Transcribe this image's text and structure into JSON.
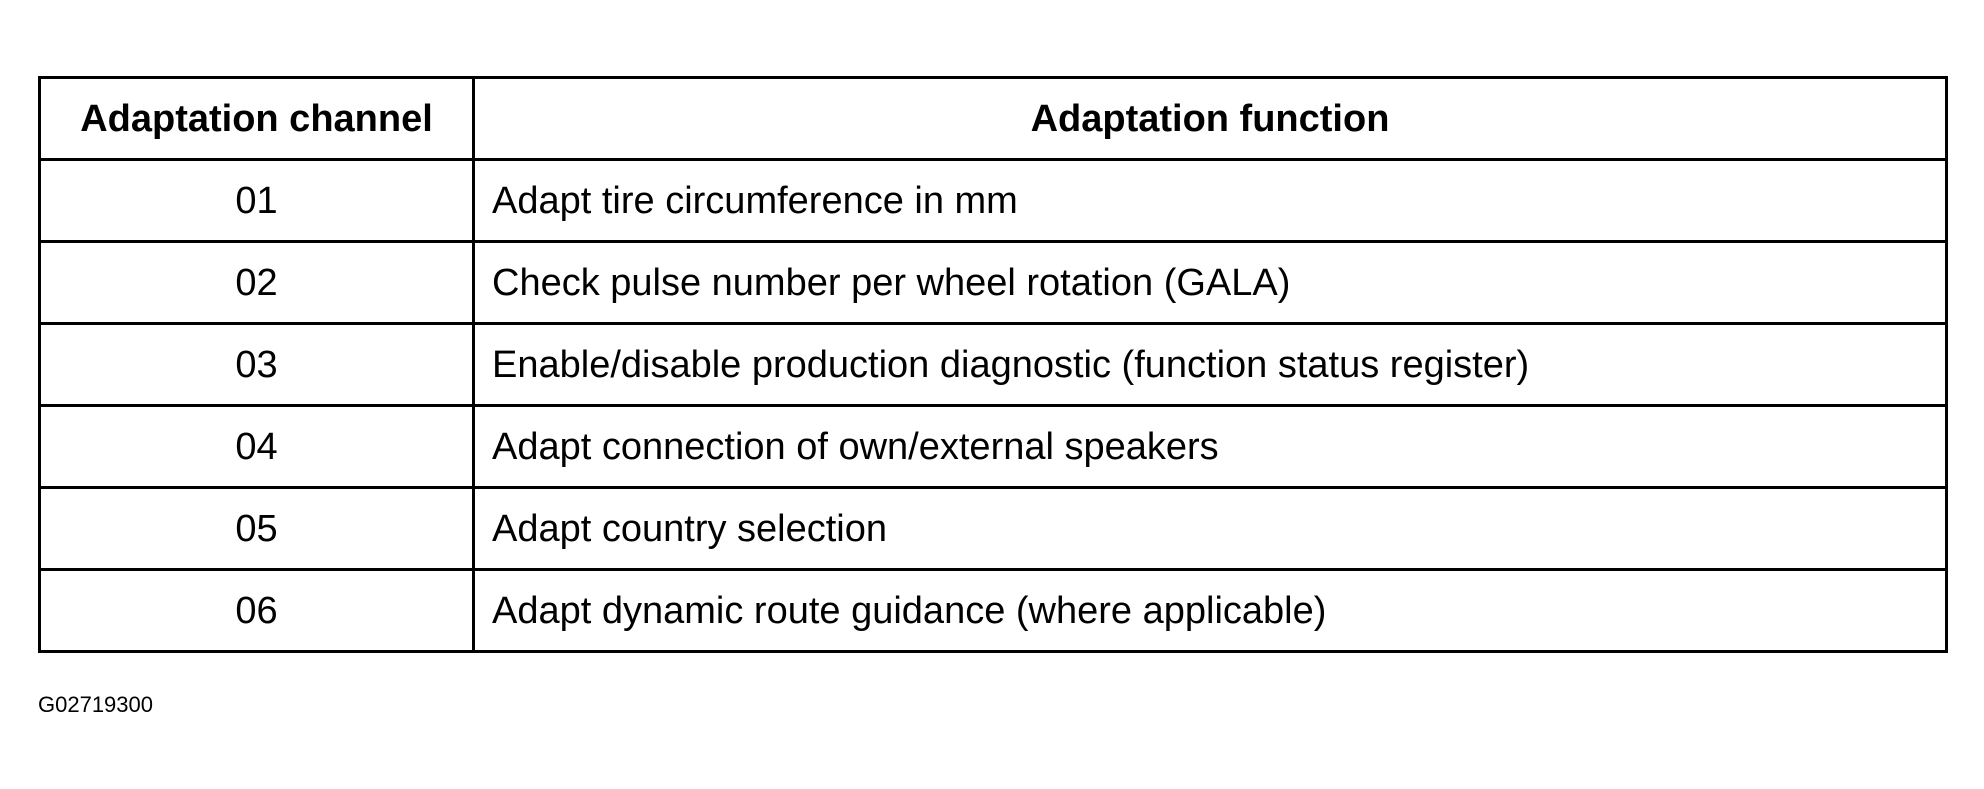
{
  "table": {
    "headers": {
      "channel": "Adaptation channel",
      "function": "Adaptation function"
    },
    "rows": [
      {
        "channel": "01",
        "function": "Adapt tire circumference in mm"
      },
      {
        "channel": "02",
        "function": "Check pulse number per wheel rotation (GALA)"
      },
      {
        "channel": "03",
        "function": "Enable/disable production diagnostic (function status register)"
      },
      {
        "channel": "04",
        "function": "Adapt connection of own/external speakers"
      },
      {
        "channel": "05",
        "function": "Adapt country selection"
      },
      {
        "channel": "06",
        "function": "Adapt dynamic route guidance (where applicable)"
      }
    ]
  },
  "figure_id": "G02719300"
}
